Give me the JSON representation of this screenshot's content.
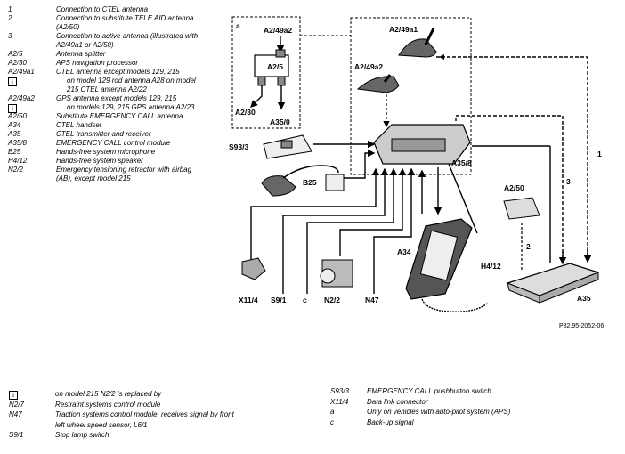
{
  "legend": [
    {
      "key": "1",
      "text": "Connection to CTEL antenna"
    },
    {
      "key": "2",
      "text": "Connection to substitute TELE AID antenna (A2/50)"
    },
    {
      "key": "3",
      "text": "Connection to active antenna (illustrated with A2/49a1 or A2/50)"
    },
    {
      "key": "A2/5",
      "text": "Antenna splitter"
    },
    {
      "key": "A2/30",
      "text": "APS navigation processor"
    },
    {
      "key": "A2/49a1",
      "text": "CTEL antenna except models 129, 215"
    },
    {
      "key": "",
      "text": "on model 129 rod antenna A28 on model 215 CTEL antenna A2/22",
      "info": true
    },
    {
      "key": "A2/49a2",
      "text": "GPS antenna except models 129, 215"
    },
    {
      "key": "",
      "text": "on models 129, 215 GPS antenna A2/23",
      "info": true
    },
    {
      "key": "A2/50",
      "text": "Substitute EMERGENCY CALL antenna"
    },
    {
      "key": "A34",
      "text": "CTEL handset"
    },
    {
      "key": "A35",
      "text": "CTEL transmitter and receiver"
    },
    {
      "key": "A35/8",
      "text": "EMERGENCY CALL control module"
    },
    {
      "key": "B25",
      "text": "Hands-free system microphone"
    },
    {
      "key": "H4/12",
      "text": "Hands-free system speaker"
    },
    {
      "key": "N2/2",
      "text": "Emergency tensioning retractor with airbag (AB), except model 215"
    }
  ],
  "bottom_left": [
    {
      "key": "",
      "text": "on model 215 N2/2 is replaced by",
      "info": true
    },
    {
      "key": "N2/7",
      "text": "Restraint systems control module"
    },
    {
      "key": "N47",
      "text": "Traction systems control module, receives signal by front"
    },
    {
      "key": "",
      "text": "left wheel speed sensor, L6/1"
    },
    {
      "key": "S9/1",
      "text": "Stop lamp switch"
    }
  ],
  "bottom_right": [
    {
      "key": "S93/3",
      "text": "EMERGENCY CALL pushbutton switch"
    },
    {
      "key": "X11/4",
      "text": "Data link connector"
    },
    {
      "key": "a",
      "text": "Only on vehicles with auto-pilot system (APS)"
    },
    {
      "key": "c",
      "text": "Back-up signal"
    }
  ],
  "diagram": {
    "a": "a",
    "a2_49a2_box": "A2/49a2",
    "a2_5": "A2/5",
    "a2_30": "A2/30",
    "a35_0": "A35/0",
    "a2_49a1": "A2/49a1",
    "a2_49a2": "A2/49a2",
    "s93_3": "S93/3",
    "b25": "B25",
    "a35_8": "A35/8",
    "a2_50": "A2/50",
    "a34": "A34",
    "h4_12": "H4/12",
    "a35": "A35",
    "x11_4": "X11/4",
    "s9_1": "S9/1",
    "c": "c",
    "n2_2": "N2/2",
    "n47": "N47",
    "n1": "1",
    "n2": "2",
    "n3": "3",
    "ref": "P82.95-2052-06"
  }
}
